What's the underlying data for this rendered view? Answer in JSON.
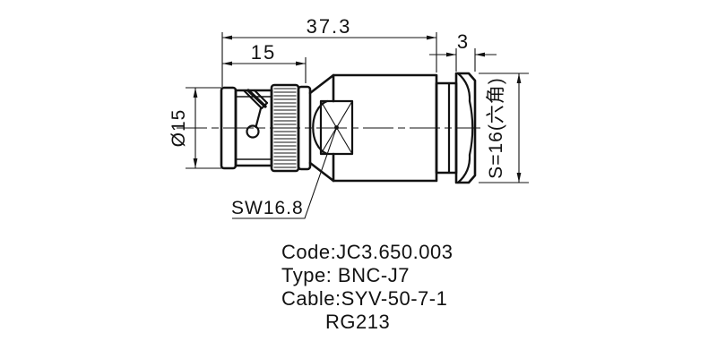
{
  "drawing": {
    "dimensions": {
      "overall_length": "37.3",
      "plug_length": "15",
      "hex_thickness": "3",
      "plug_diameter": "Ø15",
      "hex_across_flats": "S=16(六角)",
      "wrench_size": "SW16.8"
    },
    "notes": {
      "code": "Code:JC3.650.003",
      "type": "Type: BNC-J7",
      "cable": "Cable:SYV-50-7-1",
      "cable_alt": "RG213"
    },
    "colors": {
      "line": "#121212",
      "background": "#ffffff"
    }
  }
}
